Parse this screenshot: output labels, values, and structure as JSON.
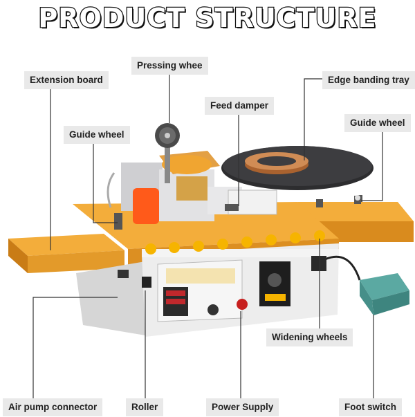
{
  "title": "PRODUCT STRUCTURE",
  "labels": {
    "extension_board": "Extension board",
    "pressing_wheel": "Pressing whee",
    "feed_damper": "Feed damper",
    "edge_banding_tray": "Edge banding tray",
    "guide_wheel_left": "Guide wheel",
    "guide_wheel_right": "Guide wheel",
    "widening_wheels": "Widening wheels",
    "air_pump_connector": "Air pump connector",
    "roller": "Roller",
    "power_supply": "Power Supply",
    "foot_switch": "Foot switch"
  },
  "colors": {
    "machine_orange": "#f0a531",
    "machine_body": "#ececec",
    "tray": "#3a3a3c",
    "banding": "#c27a44",
    "foot_switch": "#4e9c96",
    "knob_red": "#c7201f"
  }
}
